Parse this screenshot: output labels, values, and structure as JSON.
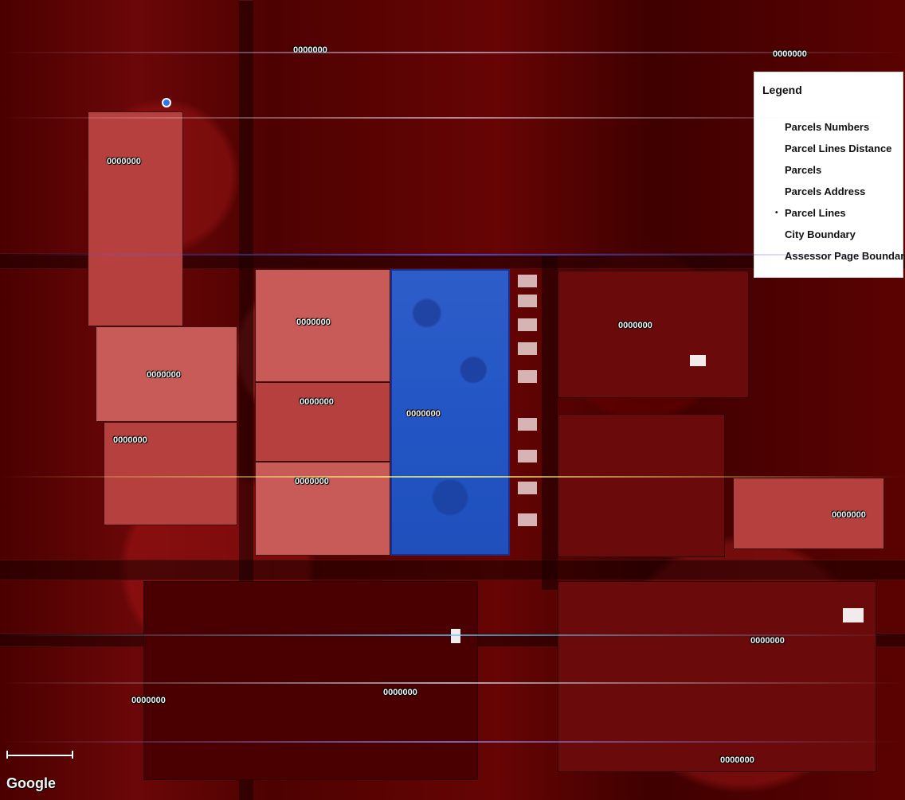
{
  "legend": {
    "title": "Legend",
    "items": [
      "Parcels Numbers",
      "Parcel Lines Distance",
      "Parcels",
      "Parcels Address",
      "Parcel Lines",
      "City Boundary",
      "Assessor Page Boundary"
    ],
    "selected_bullet": "•"
  },
  "map": {
    "logo": "Google",
    "labels": [
      "0000000",
      "0000000",
      "0000000",
      "0000000",
      "0000000",
      "0000000",
      "0000000",
      "0000000",
      "0000000",
      "0000000",
      "0000000",
      "0000000",
      "0000000",
      "0000000",
      "0000000"
    ]
  },
  "colors": {
    "selected_parcel": "#2356c5",
    "parcel_base": "#b5403e",
    "legend_bg": "#ffffff"
  },
  "icons": {
    "location_marker": "map-pin-icon",
    "scale_bar": "scale-bar-icon"
  }
}
